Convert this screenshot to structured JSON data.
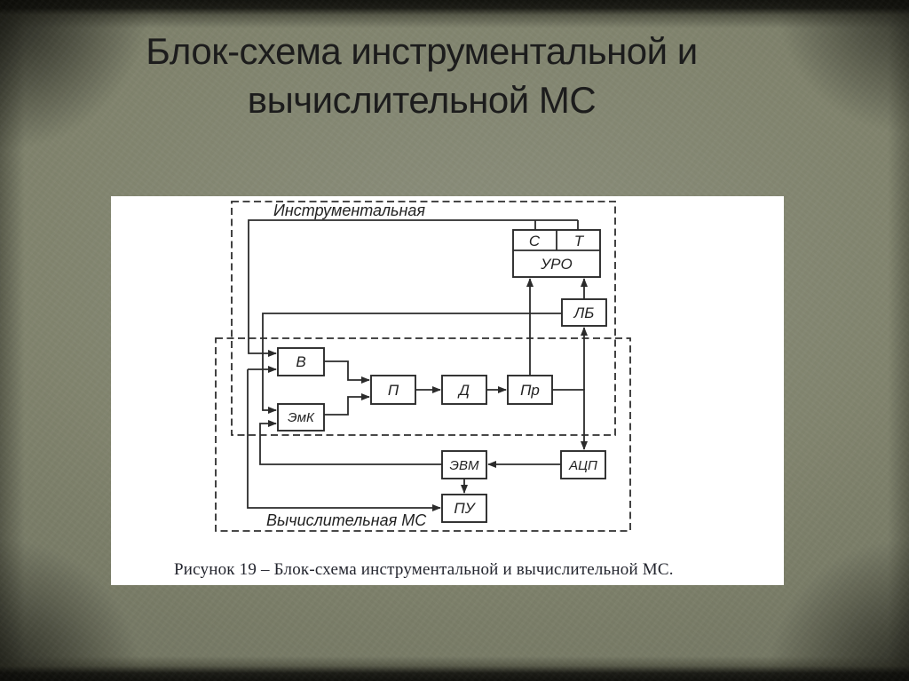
{
  "slide": {
    "title": {
      "line1": "Блок-схема инструментальной и",
      "line2": "вычислительной МС"
    },
    "colors": {
      "background": "#7c7f70",
      "panel": "#ffffff",
      "ink": "#2b2b2b",
      "title_text": "#1c1c1c"
    }
  },
  "diagram": {
    "regions": {
      "instrumental": {
        "label": "Инструментальная"
      },
      "computational": {
        "label": "Вычислительная МС"
      }
    },
    "blocks": {
      "s": {
        "label": "С"
      },
      "t": {
        "label": "Т"
      },
      "uro": {
        "label": "УРО"
      },
      "lb": {
        "label": "ЛБ"
      },
      "v": {
        "label": "В"
      },
      "emk": {
        "label": "ЭмК"
      },
      "p": {
        "label": "П"
      },
      "d": {
        "label": "Д"
      },
      "pr": {
        "label": "Пр"
      },
      "evm": {
        "label": "ЭВМ"
      },
      "acp": {
        "label": "АЦП"
      },
      "pu": {
        "label": "ПУ"
      }
    },
    "caption": "Рисунок 19 – Блок-схема инструментальной и вычислительной МС."
  }
}
